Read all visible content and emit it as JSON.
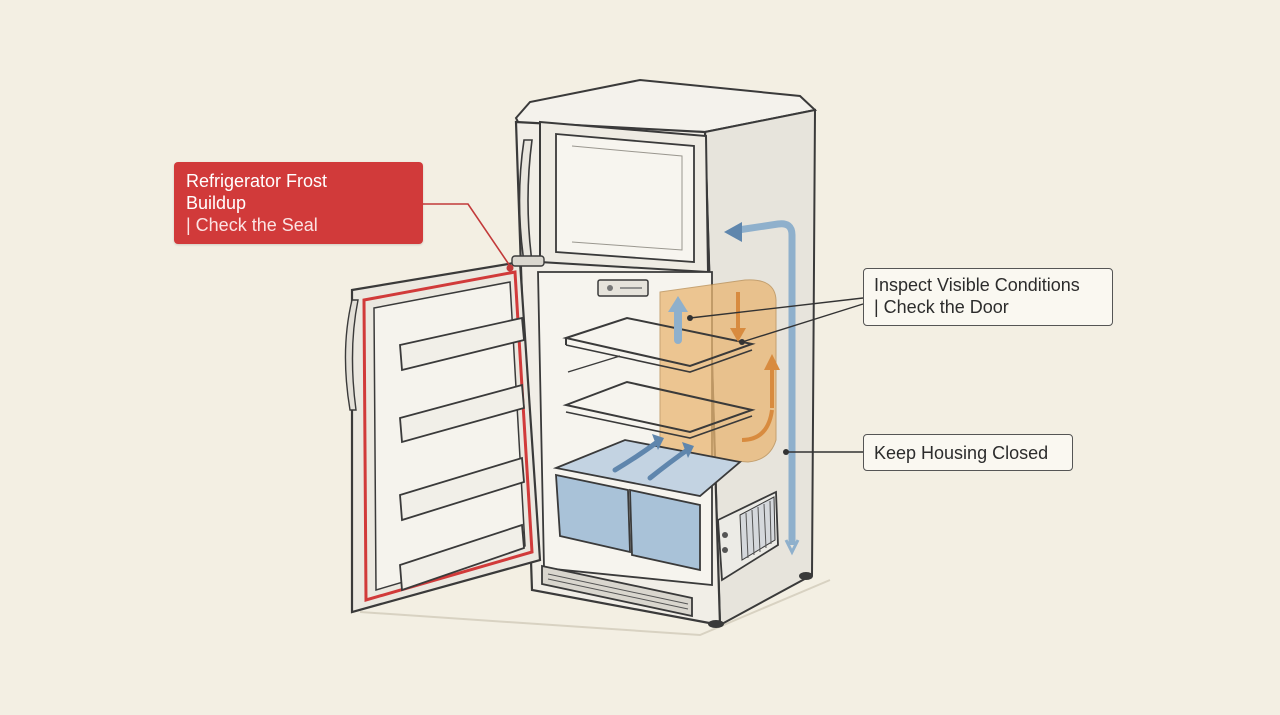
{
  "callouts": {
    "seal": {
      "title_line1": "Refrigerator Frost",
      "title_line2": "Buildup",
      "subtitle": "| Check the Seal",
      "color": "#d13a3a"
    },
    "door": {
      "title": "Inspect Visible Conditions",
      "subtitle": "| Check the Door"
    },
    "housing": {
      "title": "Keep Housing Closed"
    }
  },
  "colors": {
    "background": "#f3efe3",
    "outline": "#3a3a3a",
    "cold_air": "#8fb0cc",
    "warm_air": "#e9b673",
    "crisper": "#a9c2d8",
    "seal_highlight": "#d13a3a"
  }
}
